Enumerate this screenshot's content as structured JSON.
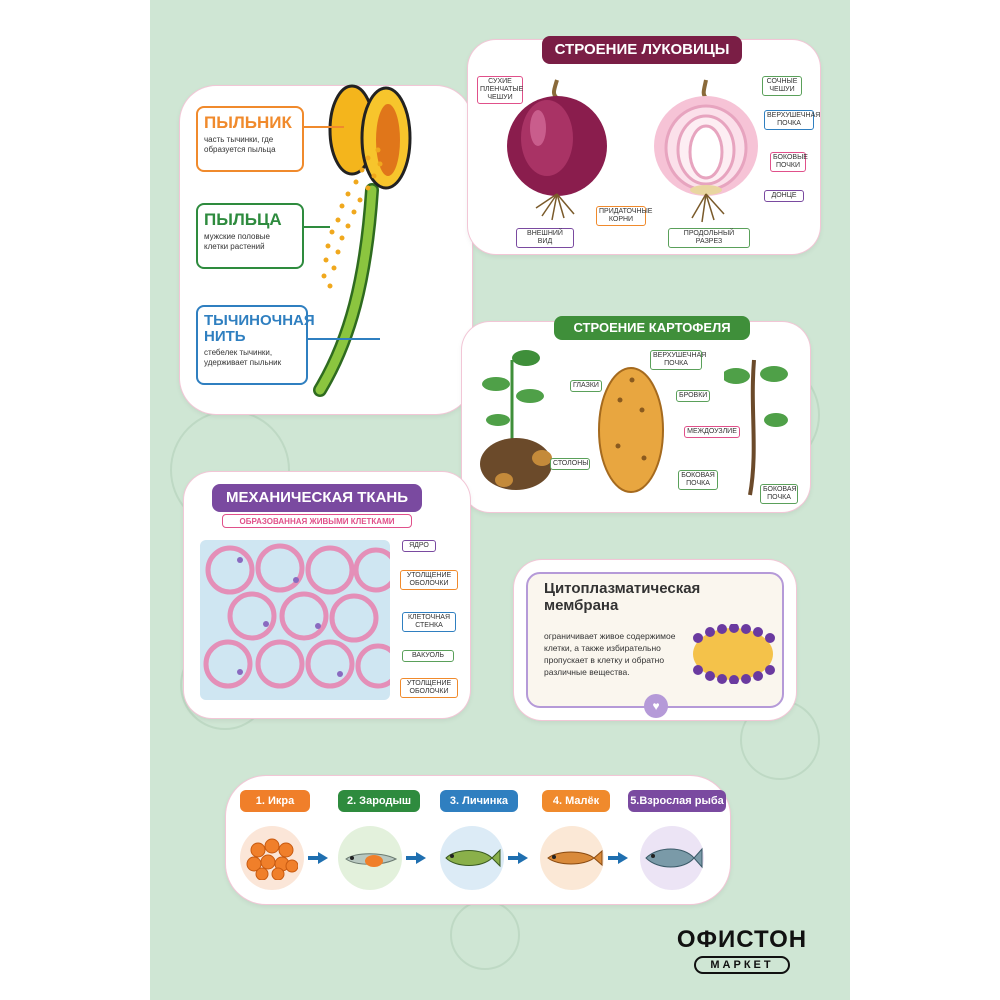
{
  "stamen": {
    "anther": {
      "title": "ПЫЛЬНИК",
      "desc": "часть тычинки, где образуется пыльца"
    },
    "pollen": {
      "title": "ПЫЛЬЦА",
      "desc": "мужские половые клетки растений"
    },
    "filament": {
      "title": "ТЫЧИНОЧНАЯ НИТЬ",
      "desc": "стебелек тычинки, удерживает пыльник"
    }
  },
  "onion": {
    "title": "СТРОЕНИЕ ЛУКОВИЦЫ",
    "labels": {
      "dry_scales": "СУХИЕ ПЛЕНЧАТЫЕ ЧЕШУИ",
      "juicy_scales": "СОЧНЫЕ ЧЕШУИ",
      "apical_bud": "ВЕРХУШЕЧНАЯ ПОЧКА",
      "lateral_buds": "БОКОВЫЕ ПОЧКИ",
      "bottom": "ДОНЦЕ",
      "adventitious_roots": "ПРИДАТОЧНЫЕ КОРНИ",
      "exterior": "ВНЕШНИЙ ВИД",
      "section": "ПРОДОЛЬНЫЙ РАЗРЕЗ"
    }
  },
  "potato": {
    "title": "СТРОЕНИЕ КАРТОФЕЛЯ",
    "labels": {
      "eyes": "ГЛАЗКИ",
      "apical_bud": "ВЕРХУШЕЧНАЯ ПОЧКА",
      "brows": "БРОВКИ",
      "internode": "МЕЖДОУЗЛИЕ",
      "stolons": "СТОЛОНЫ",
      "lateral_bud": "БОКОВАЯ ПОЧКА",
      "lateral_bud_stem": "БОКОВАЯ ПОЧКА"
    }
  },
  "tissue": {
    "title": "МЕХАНИЧЕСКАЯ ТКАНЬ",
    "subtitle": "ОБРАЗОВАННАЯ ЖИВЫМИ КЛЕТКАМИ",
    "labels": {
      "nucleus": "ЯДРО",
      "thickening1": "УТОЛЩЕНИЕ ОБОЛОЧКИ",
      "cell_wall": "КЛЕТОЧНАЯ СТЕНКА",
      "vacuole": "ВАКУОЛЬ",
      "thickening2": "УТОЛЩЕНИЕ ОБОЛОЧКИ"
    }
  },
  "membrane": {
    "title": "Цитоплазматическая мембрана",
    "desc": "ограничивает живое содержимое клетки, а также избирательно пропускает в клетку и обратно различные вещества."
  },
  "fish": {
    "stages": [
      {
        "label": "1. Икра",
        "color": "#f07f2a"
      },
      {
        "label": "2. Зародыш",
        "color": "#2e8b3e"
      },
      {
        "label": "3. Личинка",
        "color": "#2f7fc0"
      },
      {
        "label": "4. Малёк",
        "color": "#f08a2c"
      },
      {
        "label": "5.Взрослая рыба",
        "color": "#7a4aa0"
      }
    ]
  },
  "brand": {
    "name": "ОФИСТОН",
    "sub": "МАРКЕТ"
  },
  "colors": {
    "sheet_bg": "#cfe6d4",
    "leaf_green": "#3f8f3a",
    "onion_purple": "#8a1d4d"
  }
}
